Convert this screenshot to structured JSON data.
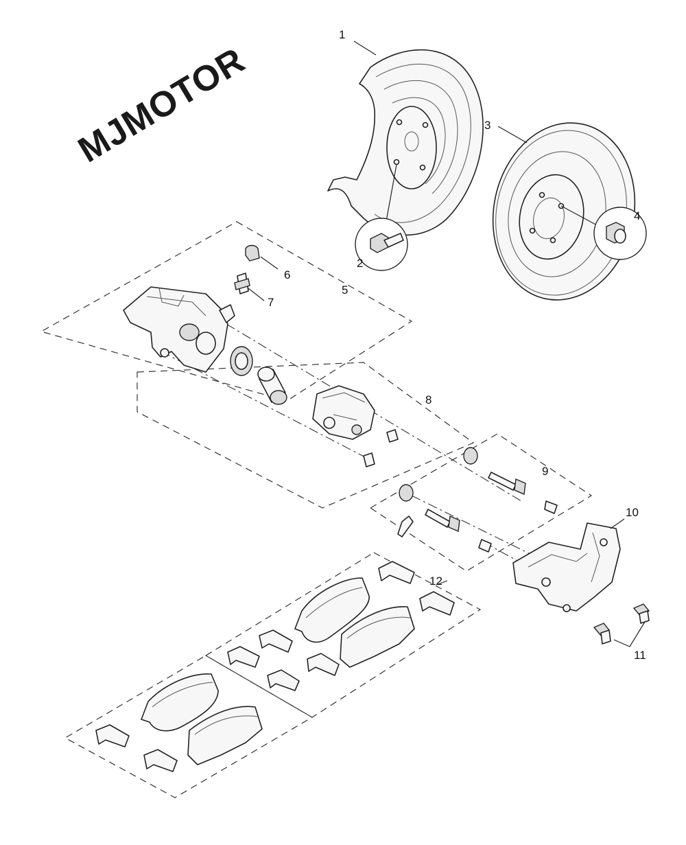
{
  "logo": {
    "text": "MJMOTOR"
  },
  "callouts": [
    {
      "id": 1,
      "label": "1"
    },
    {
      "id": 2,
      "label": "2"
    },
    {
      "id": 3,
      "label": "3"
    },
    {
      "id": 4,
      "label": "4"
    },
    {
      "id": 5,
      "label": "5"
    },
    {
      "id": 6,
      "label": "6"
    },
    {
      "id": 7,
      "label": "7"
    },
    {
      "id": 8,
      "label": "8"
    },
    {
      "id": 9,
      "label": "9"
    },
    {
      "id": 10,
      "label": "10"
    },
    {
      "id": 11,
      "label": "11"
    },
    {
      "id": 12,
      "label": "12"
    }
  ]
}
